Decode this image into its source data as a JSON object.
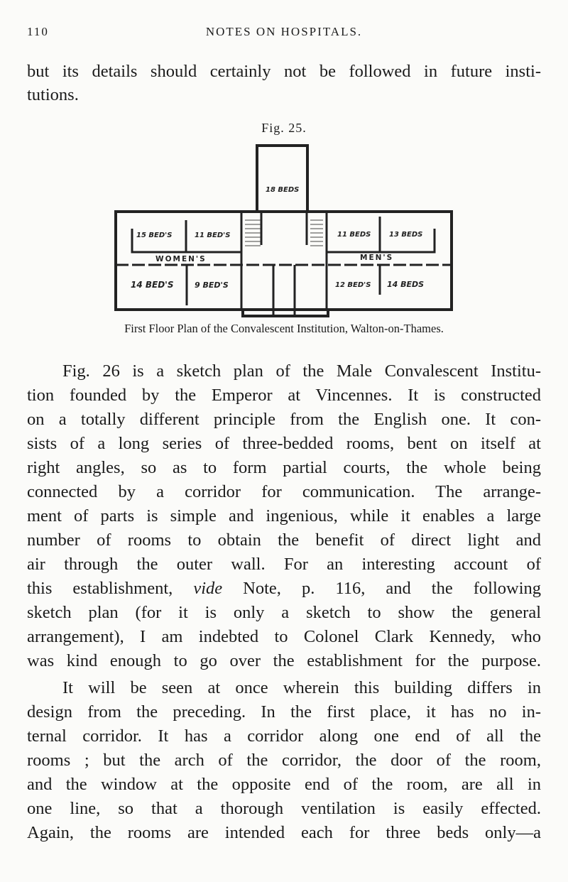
{
  "header": {
    "page_number": "110",
    "running_title": "NOTES ON HOSPITALS."
  },
  "intro_lines": [
    "but its details should certainly not be followed in future insti-",
    "tutions."
  ],
  "figure": {
    "title": "Fig. 25.",
    "caption": "First Floor Plan of the Convalescent Institution, Walton-on-Thames.",
    "labels": {
      "top": "18 BEDS",
      "w_upper_left": "15 BED'S",
      "w_upper_right": "11 BED'S",
      "m_upper_left": "11 BEDS",
      "m_upper_right": "13 BEDS",
      "women_corridor": "WOMEN'S",
      "men_corridor": "MEN'S",
      "w_lower_left": "14 BED'S",
      "w_lower_right": "9 BED'S",
      "m_lower_left": "12 BED'S",
      "m_lower_right": "14 BEDS"
    }
  },
  "paragraph1": [
    "Fig. 26 is a sketch plan of the Male Convalescent Institu-",
    "tion founded by the Emperor at Vincennes.  It is constructed",
    "on a totally different principle from the English one.  It con-",
    "sists of a long series of three-bedded rooms, bent on itself at",
    "right angles, so as to form partial courts, the whole being",
    "connected by a corridor for communication.  The arrange-",
    "ment of parts is simple and ingenious, while it enables a large",
    "number of rooms to obtain the benefit of direct light and",
    "air through the outer wall.  For an interesting account of"
  ],
  "p1_line10": {
    "before": "this establishment, ",
    "italic": "vide",
    "after": " Note, p. 116, and the following"
  },
  "paragraph1_end": [
    "sketch plan (for it is only a sketch to show the general",
    "arrangement), I am indebted to Colonel Clark Kennedy, who",
    "was kind enough to go over the establishment for the purpose."
  ],
  "paragraph2": [
    "It will be seen at once wherein this building differs in",
    "design from the preceding.  In the first place, it has no in-",
    "ternal corridor.  It has a corridor along one end of all the",
    "rooms ; but the arch of the corridor, the door of the room,",
    "and the window at the opposite end of the room, are all in",
    "one line, so that a thorough ventilation is easily effected.",
    "Again, the rooms are intended each for three beds only—a"
  ]
}
